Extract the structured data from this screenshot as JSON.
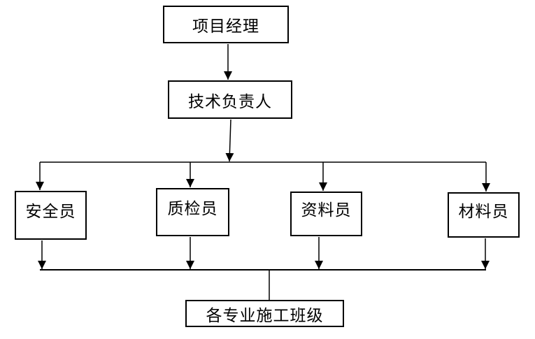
{
  "diagram": {
    "type": "org-flowchart",
    "colors": {
      "background": "#ffffff",
      "line": "#000000",
      "box_border": "#000000",
      "text": "#000000"
    },
    "nodes": {
      "project_manager": {
        "label": "项目经理"
      },
      "technical_director": {
        "label": "技术负责人"
      },
      "safety_officer": {
        "label": "安全员"
      },
      "quality_inspector": {
        "label": "质检员"
      },
      "document_clerk": {
        "label": "资料员"
      },
      "material_clerk": {
        "label": "材料员"
      },
      "construction_crews": {
        "label": "各专业施工班级"
      }
    },
    "edges": [
      {
        "from": "project_manager",
        "to": "technical_director",
        "arrow": true
      },
      {
        "from": "technical_director",
        "to": "safety_officer",
        "arrow": true
      },
      {
        "from": "technical_director",
        "to": "quality_inspector",
        "arrow": true
      },
      {
        "from": "technical_director",
        "to": "document_clerk",
        "arrow": true
      },
      {
        "from": "technical_director",
        "to": "material_clerk",
        "arrow": true
      },
      {
        "from": "safety_officer",
        "to": "construction_crews",
        "arrow": true
      },
      {
        "from": "quality_inspector",
        "to": "construction_crews",
        "arrow": true
      },
      {
        "from": "document_clerk",
        "to": "construction_crews",
        "arrow": true
      },
      {
        "from": "material_clerk",
        "to": "construction_crews",
        "arrow": true
      }
    ]
  }
}
